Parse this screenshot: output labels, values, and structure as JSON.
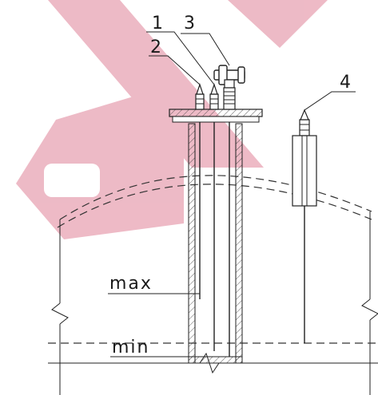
{
  "diagram": {
    "labels": {
      "sensor_1": "1",
      "sensor_2": "2",
      "sensor_3": "3",
      "sensor_4": "4",
      "level_max": "max",
      "level_min": "min"
    },
    "colors": {
      "line": "#222222",
      "watermark": "#e8a3b3",
      "background": "#ffffff"
    }
  }
}
